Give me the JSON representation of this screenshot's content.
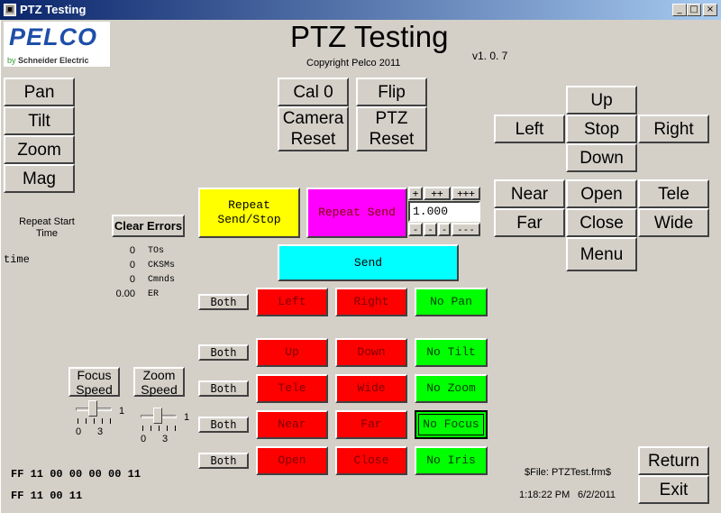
{
  "window": {
    "title": "PTZ Testing",
    "min_btn": "_",
    "max_btn": "□",
    "close_btn": "×"
  },
  "logo": {
    "brand": "PELCO",
    "by": "by",
    "sub": "Schneider Electric"
  },
  "header": {
    "title": "PTZ Testing",
    "copyright": "Copyright Pelco 2011",
    "version": "v1. 0. 7"
  },
  "mode_buttons": [
    "Pan",
    "Tilt",
    "Zoom",
    "Mag"
  ],
  "cal_button": "Cal 0",
  "flip_button": "Flip",
  "camera_reset": [
    "Camera",
    "Reset"
  ],
  "ptz_reset": [
    "PTZ",
    "Reset"
  ],
  "dpad": {
    "up": "Up",
    "left": "Left",
    "stop": "Stop",
    "right": "Right",
    "down": "Down"
  },
  "lens": {
    "near": "Near",
    "open": "Open",
    "tele": "Tele",
    "far": "Far",
    "close": "Close",
    "wide": "Wide",
    "menu": "Menu"
  },
  "repeat": {
    "send_stop": [
      "Repeat",
      "Send/Stop"
    ],
    "repeat_send": "Repeat Send",
    "inc_buttons": [
      "+",
      "++",
      "+++"
    ],
    "dec_buttons": [
      "-",
      "-",
      "-",
      "---"
    ],
    "interval_value": "1.000"
  },
  "send_button": "Send",
  "repeat_start": [
    "Repeat Start",
    "Time"
  ],
  "time_label": "time",
  "clear_errors": "Clear Errors",
  "stats": [
    {
      "value": "0",
      "label": "TOs"
    },
    {
      "value": "0",
      "label": "CKSMs"
    },
    {
      "value": "0",
      "label": "Cmnds"
    },
    {
      "value": "0.00",
      "label": "ER"
    }
  ],
  "rows": [
    {
      "both": "Both",
      "a": "Left",
      "b": "Right",
      "c": "No Pan"
    },
    {
      "both": "Both",
      "a": "Up",
      "b": "Down",
      "c": "No Tilt"
    },
    {
      "both": "Both",
      "a": "Tele",
      "b": "Wide",
      "c": "No Zoom"
    },
    {
      "both": "Both",
      "a": "Near",
      "b": "Far",
      "c": "No Focus"
    },
    {
      "both": "Both",
      "a": "Open",
      "b": "Close",
      "c": "No Iris"
    }
  ],
  "focus_speed": {
    "label": [
      "Focus",
      "Speed"
    ],
    "value": "1",
    "min": "0",
    "max": "3"
  },
  "zoom_speed": {
    "label": [
      "Zoom",
      "Speed"
    ],
    "value": "1",
    "min": "0",
    "max": "3"
  },
  "hex_line1": "FF 11 00 00 00 00 11",
  "hex_line2": "FF 11 00 11",
  "file_label": "$File: PTZTest.frm$",
  "clock": {
    "time": "1:18:22 PM",
    "date": "6/2/2011"
  },
  "return_button": "Return",
  "exit_button": "Exit",
  "colors": {
    "red": "#ff0000",
    "green": "#00ff00",
    "yellow": "#ffff00",
    "magenta": "#ff00ff",
    "cyan": "#00ffff",
    "titlebar": "#0a246a",
    "face": "#d4d0c8"
  }
}
